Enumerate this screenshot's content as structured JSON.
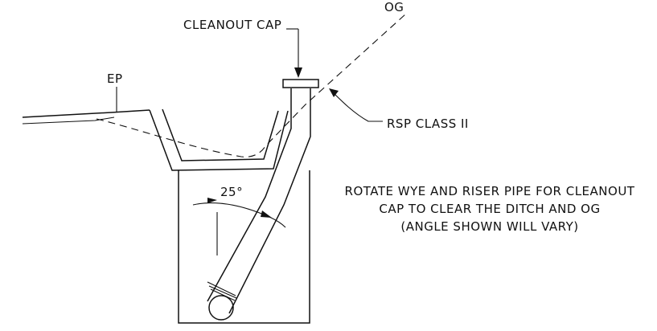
{
  "labels": {
    "cleanout_cap": "CLEANOUT CAP",
    "og": "OG",
    "ep": "EP",
    "rsp": "RSP CLASS II",
    "angle": "25°"
  },
  "note": {
    "line1": "ROTATE WYE AND RISER PIPE FOR CLEANOUT",
    "line2": "CAP TO CLEAR THE DITCH AND OG",
    "line3": "(ANGLE SHOWN WILL VARY)"
  }
}
